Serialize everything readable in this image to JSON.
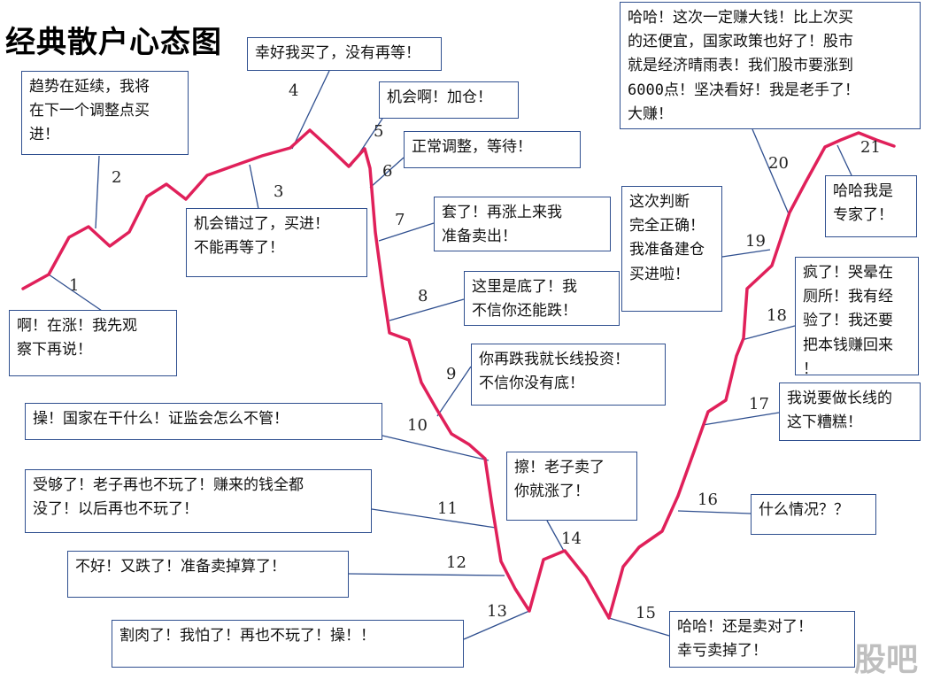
{
  "title": "经典散户心态图",
  "watermark": "股吧",
  "colors": {
    "curve": "#e0205a",
    "connector": "#2f4f8f"
  },
  "stages": [
    {
      "n": "1",
      "text": "啊！在涨！我先观\n察下再说！"
    },
    {
      "n": "2",
      "text": "趋势在延续，我将\n在下一个调整点买\n进！"
    },
    {
      "n": "3",
      "text": "机会错过了，买进！\n不能再等了！"
    },
    {
      "n": "4",
      "text": "幸好我买了，没有再等！"
    },
    {
      "n": "5",
      "text": "机会啊！加仓！"
    },
    {
      "n": "6",
      "text": "正常调整，等待！"
    },
    {
      "n": "7",
      "text": "套了！再涨上来我\n准备卖出！"
    },
    {
      "n": "8",
      "text": "这里是底了！我\n不信你还能跌！"
    },
    {
      "n": "9",
      "text": "你再跌我就长线投资！\n不信你没有底！"
    },
    {
      "n": "10",
      "text": "操！国家在干什么！证监会怎么不管！"
    },
    {
      "n": "11",
      "text": "受够了！老子再也不玩了！赚来的钱全都\n没了！以后再也不玩了！"
    },
    {
      "n": "12",
      "text": "不好！又跌了！准备卖掉算了！"
    },
    {
      "n": "13",
      "text": "割肉了！我怕了！再也不玩了！操！！"
    },
    {
      "n": "14",
      "text": "擦！老子卖了\n你就涨了！"
    },
    {
      "n": "15",
      "text": "哈哈！还是卖对了！\n幸亏卖掉了！"
    },
    {
      "n": "16",
      "text": "什么情况？？"
    },
    {
      "n": "17",
      "text": "我说要做长线的\n这下糟糕！"
    },
    {
      "n": "18",
      "text": "疯了！哭晕在\n厕所！我有经\n验了！我还要\n把本钱赚回来\n！"
    },
    {
      "n": "19",
      "text": "这次判断\n完全正确！\n我准备建仓\n买进啦！"
    },
    {
      "n": "20",
      "text": "哈哈！这次一定赚大钱！比上次买\n的还便宜，国家政策也好了！股市\n就是经济晴雨表！我们股市要涨到\n6000点！坚决看好！我是老手了！\n大赚！"
    },
    {
      "n": "21",
      "text": "哈哈我是\n专家了！"
    }
  ]
}
